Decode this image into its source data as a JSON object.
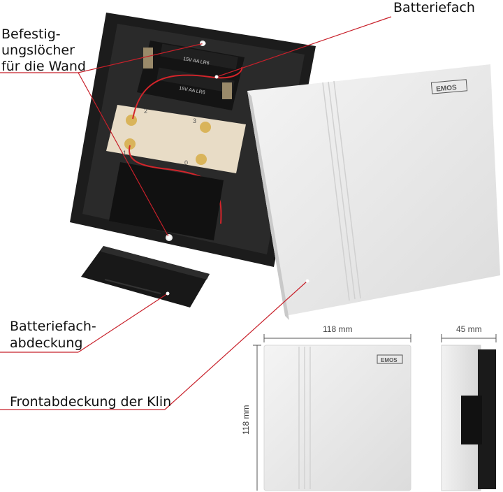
{
  "labels": {
    "batteriefach": "Batteriefach",
    "befestigung_1": "Befestig-",
    "befestigung_2": "ungslöcher",
    "befestigung_3": "für die Wand",
    "abdeckung_1": "Batteriefach-",
    "abdeckung_2": "abdeckung",
    "frontabdeckung": "Frontabdeckung der Klin"
  },
  "dimensions": {
    "width_front": "118 mm",
    "height_front": "118 mm",
    "depth_side": "45 mm"
  },
  "brand": {
    "logo_text": "EMOS"
  },
  "battery": {
    "label_top": "15V AA LR6",
    "label_bottom": "15V AA LR6"
  },
  "terminals": {
    "t1": "1",
    "t2": "2",
    "t3": "3",
    "t0": "0"
  },
  "colors": {
    "leader_line": "#c8202a",
    "housing": "#1c1c1c",
    "cover": "#e9e9e9"
  }
}
